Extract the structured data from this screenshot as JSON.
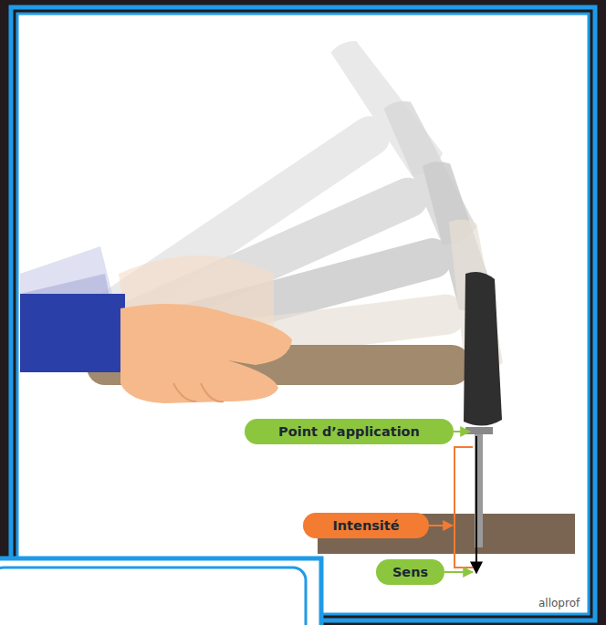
{
  "diagram": {
    "nodes": [
      {
        "text": [
          "Point d’application"
        ]
      },
      {
        "text": [
          "Intensité"
        ]
      },
      {
        "text": [
          "Sens"
        ]
      }
    ],
    "labels": [
      "alloprof"
    ]
  }
}
